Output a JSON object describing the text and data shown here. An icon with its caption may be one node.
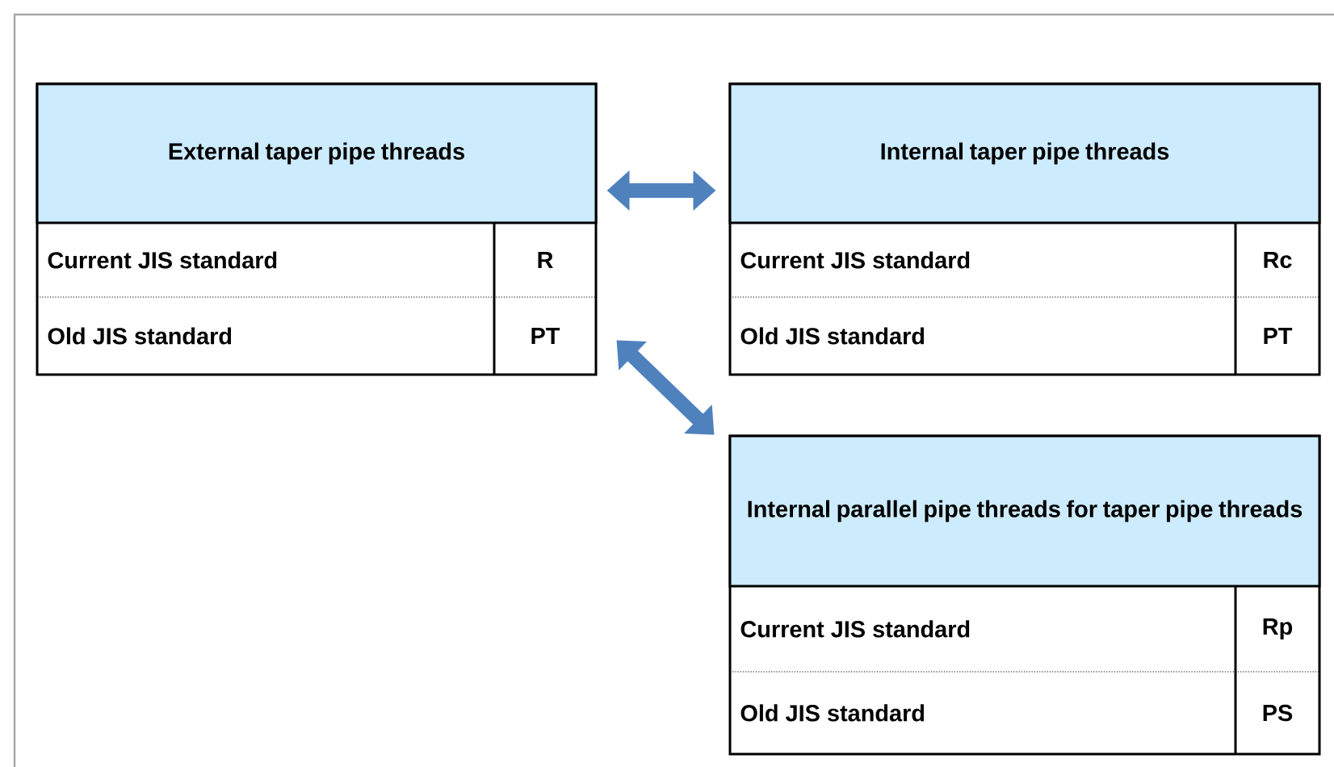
{
  "diagram": {
    "nodes": [
      {
        "text": [
          "External taper pipe threads",
          "Current JIS standard",
          "R",
          "Old JIS standard",
          "PT"
        ]
      },
      {
        "text": [
          "Internal taper pipe threads",
          "Current JIS standard",
          "Rc",
          "Old JIS standard",
          "PT"
        ]
      },
      {
        "text": [
          "Internal parallel pipe threads for taper pipe threads",
          "Current JIS standard",
          "Rp",
          "Old JIS standard",
          "PS"
        ]
      }
    ],
    "edges": [
      {
        "from": 0,
        "to": 1,
        "arrow": "both"
      },
      {
        "from": 0,
        "to": 2,
        "arrow": "both"
      }
    ]
  }
}
